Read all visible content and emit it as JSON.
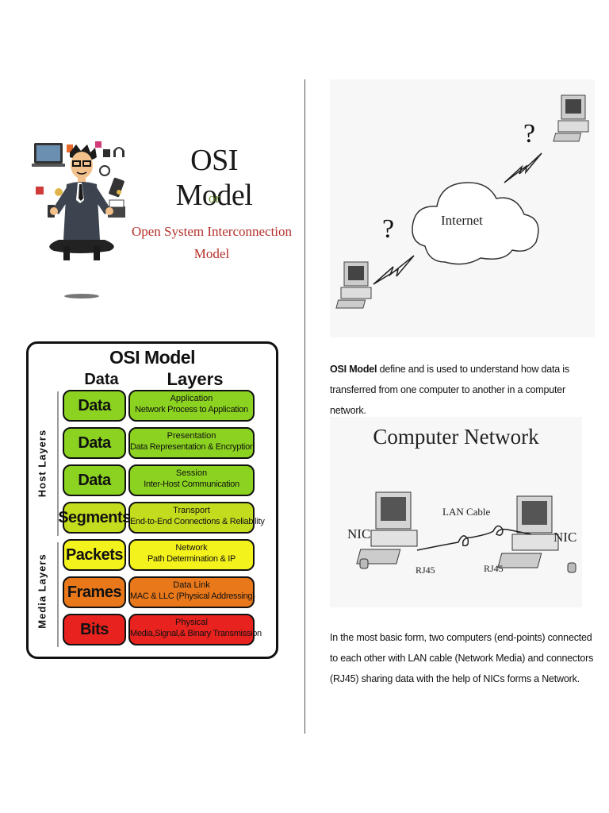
{
  "hero": {
    "title": "OSI Model",
    "or": "or",
    "subtitle_line1": "Open System Interconnection",
    "subtitle_line2": "Model"
  },
  "osi_table": {
    "title": "OSI Model",
    "col_data": "Data",
    "col_layers": "Layers",
    "host_label": "Host Layers",
    "media_label": "Media Layers",
    "rows": [
      {
        "unit": "Data",
        "name": "Application",
        "desc": "Network Process to Application",
        "color": "#8cd321"
      },
      {
        "unit": "Data",
        "name": "Presentation",
        "desc": "Data Representation & Encryption",
        "color": "#8cd321"
      },
      {
        "unit": "Data",
        "name": "Session",
        "desc": "Inter-Host Communication",
        "color": "#8cd321"
      },
      {
        "unit": "Segments",
        "name": "Transport",
        "desc": "End-to-End Connections & Reliability",
        "color": "#c4dc1e"
      },
      {
        "unit": "Packets",
        "name": "Network",
        "desc": "Path Determination & IP",
        "color": "#f4f21c"
      },
      {
        "unit": "Frames",
        "name": "Data Link",
        "desc": "MAC & LLC (Physical Addressing)",
        "color": "#e8781a"
      },
      {
        "unit": "Bits",
        "name": "Physical",
        "desc": "Media,Signal,& Binary Transmission",
        "color": "#e8221e"
      }
    ]
  },
  "internet_image": {
    "cloud_label": "Internet",
    "question_mark": "?"
  },
  "paragraph1": {
    "bold": "OSI Model",
    "text": " define and is used to understand how data is transferred from one computer to another in a computer network."
  },
  "network_image": {
    "title": "Computer Network",
    "nic_left": "NIC",
    "nic_right": "NIC",
    "cable": "LAN Cable",
    "rj_left": "RJ45",
    "rj_right": "RJ45"
  },
  "paragraph2": {
    "text": "In the most basic form, two computers (end-points) connected to each other with LAN cable (Network Media) and connectors (RJ45) sharing data with the help of NICs forms a Network."
  }
}
